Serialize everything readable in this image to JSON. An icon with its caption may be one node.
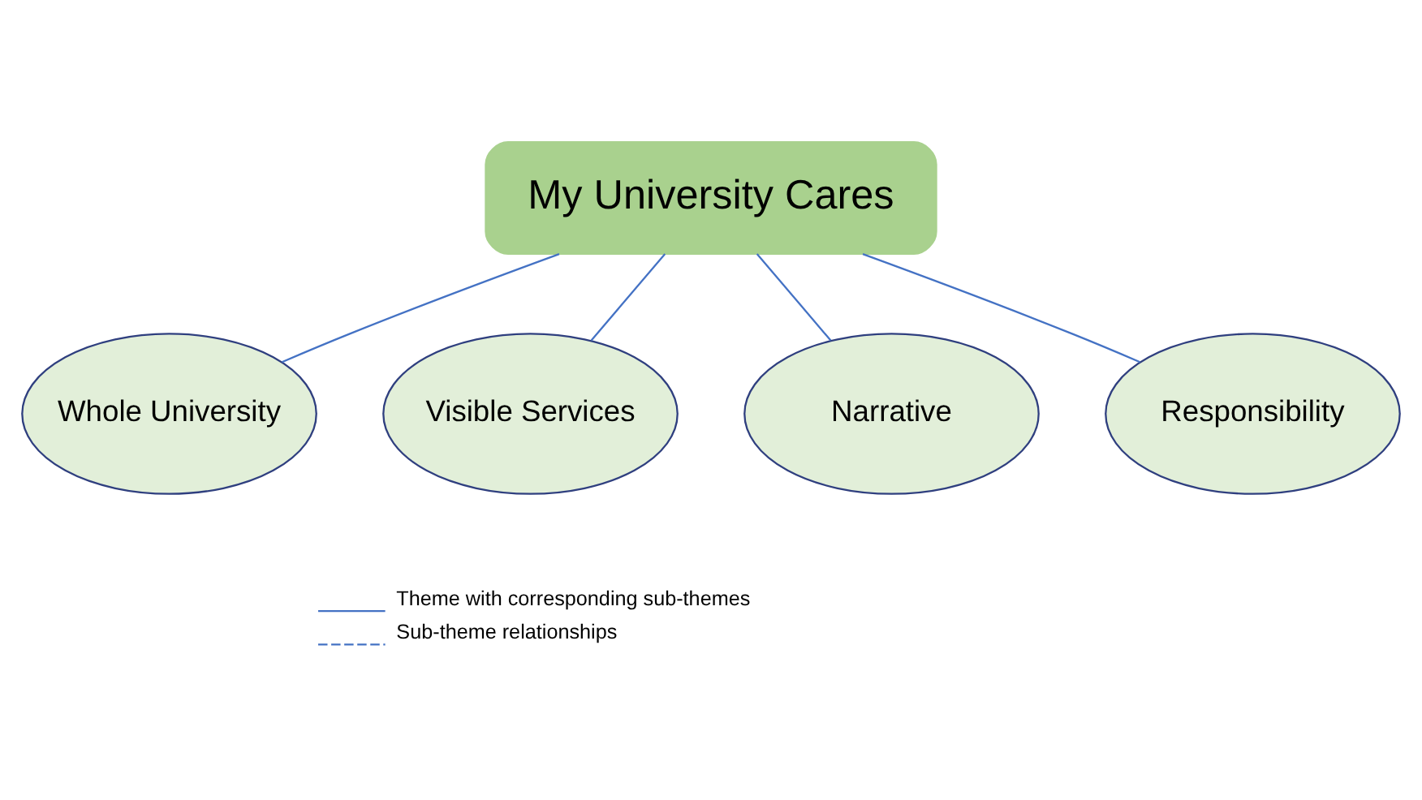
{
  "diagram": {
    "nodes": [
      {
        "text": [
          "Whole University"
        ]
      },
      {
        "text": [
          "My University Cares"
        ]
      },
      {
        "text": [
          "Visible Services"
        ]
      },
      {
        "text": [
          "Narrative"
        ]
      },
      {
        "text": [
          "Responsibility"
        ]
      }
    ],
    "edges": [
      {
        "from": 1,
        "to": 0,
        "arrow": "none"
      },
      {
        "from": 1,
        "to": 2,
        "arrow": "none"
      },
      {
        "from": 1,
        "to": 3,
        "arrow": "none"
      },
      {
        "from": 1,
        "to": 4,
        "arrow": "none"
      }
    ],
    "legend": [
      {
        "text": "Theme with corresponding sub-themes"
      },
      {
        "text": "Sub-theme relationships"
      }
    ]
  }
}
